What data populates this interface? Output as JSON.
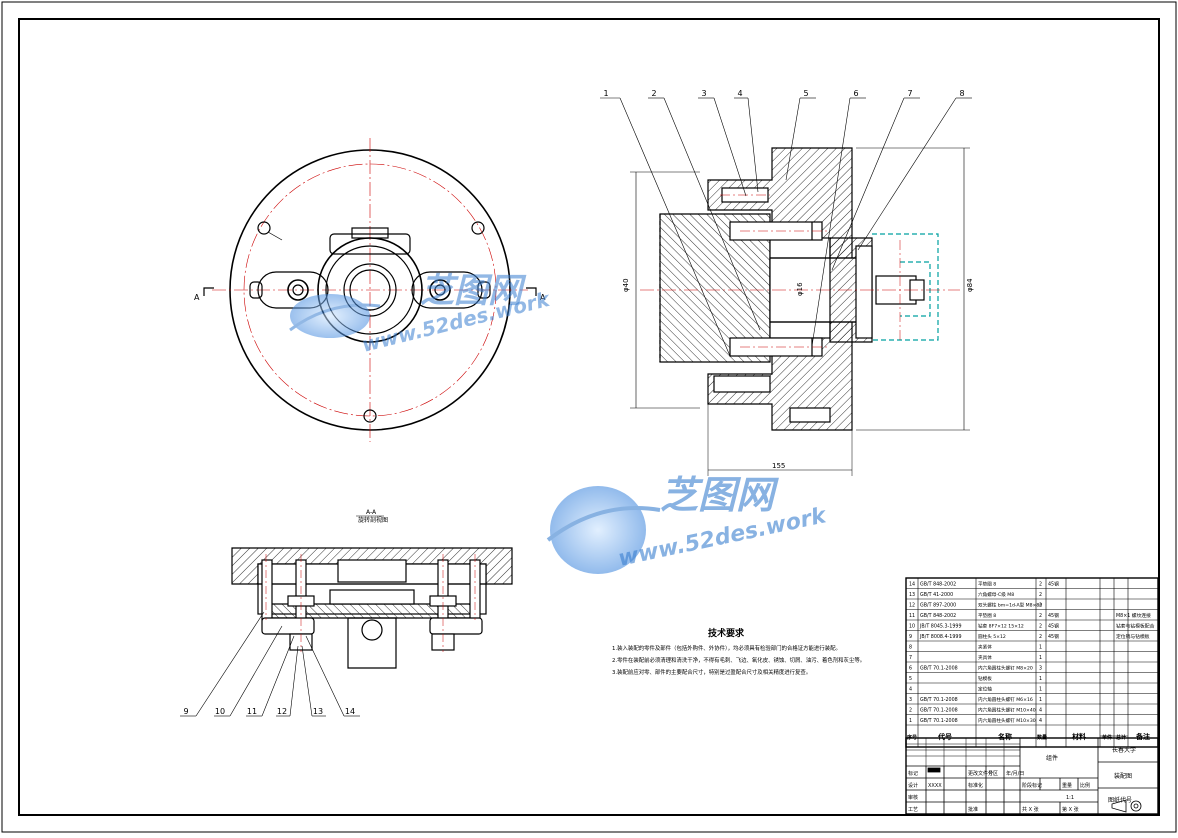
{
  "balloons_right": [
    "1",
    "2",
    "3",
    "4",
    "5",
    "6",
    "7",
    "8"
  ],
  "balloons_bottom": [
    "9",
    "10",
    "11",
    "12",
    "13",
    "14"
  ],
  "section_label": "A-A",
  "section_sub": "旋转剖视图",
  "dim_left": "φ40",
  "dim_right": "φ84",
  "dim_bottom": "155",
  "dim_center": "φ16",
  "tech_title": "技术要求",
  "tech_lines": [
    "1.装入装配的零件及部件（包括外购件、外协件），均必须具有检验部门的合格证方能进行装配。",
    "2.零件在装配前必须清理和清洗干净，不得有毛刺、飞边、氧化皮、锈蚀、切屑、油污、着色剂和灰尘等。",
    "3.装配前应对零、部件的主要配合尺寸，特别是过盈配合尺寸及相关精度进行复查。"
  ],
  "bom_rows": [
    {
      "code": "GB/T 848-2002",
      "name": "平垫圈 8",
      "qty": "2",
      "mat": "45钢",
      "note": ""
    },
    {
      "code": "GB/T 41-2000",
      "name": "六角螺母-C级 M8",
      "qty": "2",
      "mat": "",
      "note": ""
    },
    {
      "code": "GB/T 897-2000",
      "name": "双头螺柱 bm=1d-A型 M8×80",
      "qty": "2",
      "mat": "",
      "note": ""
    },
    {
      "code": "GB/T 848-2002",
      "name": "平垫圈 8",
      "qty": "2",
      "mat": "45钢",
      "note": "M8×1 螺纹连接"
    },
    {
      "code": "JB/T 8045.3-1999",
      "name": "钻套 8F7×12 15×12",
      "qty": "2",
      "mat": "45钢",
      "note": "钻套与钻模板配合"
    },
    {
      "code": "JB/T 8008.4-1999",
      "name": "圆柱头 5×12",
      "qty": "2",
      "mat": "45钢",
      "note": "定位销与钻模板"
    },
    {
      "code": "",
      "name": "夹紧体",
      "qty": "1",
      "mat": "",
      "note": ""
    },
    {
      "code": "",
      "name": "夹具体",
      "qty": "1",
      "mat": "",
      "note": ""
    },
    {
      "code": "GB/T 70.1-2008",
      "name": "内六角圆柱头螺钉 M8×20",
      "qty": "3",
      "mat": "",
      "note": ""
    },
    {
      "code": "",
      "name": "钻模板",
      "qty": "1",
      "mat": "",
      "note": ""
    },
    {
      "code": "",
      "name": "定位轴",
      "qty": "1",
      "mat": "",
      "note": ""
    },
    {
      "code": "GB/T 70.1-2008",
      "name": "内六角圆柱头螺钉 M6×16",
      "qty": "1",
      "mat": "",
      "note": ""
    },
    {
      "code": "GB/T 70.1-2008",
      "name": "内六角圆柱头螺钉 M10×40",
      "qty": "4",
      "mat": "",
      "note": ""
    },
    {
      "code": "GB/T 70.1-2008",
      "name": "内六角圆柱头螺钉 M10×30",
      "qty": "4",
      "mat": "",
      "note": ""
    }
  ],
  "bom_header": {
    "seq": "序号",
    "code": "代号",
    "name": "名称",
    "qty": "数量",
    "mat": "材料",
    "weight": "单件",
    "weight2": "总计",
    "note": "备注"
  },
  "title_block": {
    "assembly": "组件",
    "school": "长春大学",
    "drawing_name": "装配图",
    "drawing_no": "图纸代号",
    "mark": "标记",
    "count": "处数",
    "zone": "分区",
    "doc": "更改文件号",
    "sign": "签名",
    "date": "年/月/日",
    "design": "设计",
    "std": "标准化",
    "review": "审核",
    "process": "工艺",
    "approve": "批准",
    "stage": "阶段标记",
    "weight": "重量",
    "scale": "比例",
    "scale_val": "1:1",
    "sheet": "共 X 张",
    "sheet2": "第 X 张",
    "xxx": "XXXX"
  },
  "watermark": {
    "cn": "芝图网",
    "url": "www.52des.work"
  },
  "colors": {
    "line": "#000000",
    "center": "#cc0000",
    "hidden": "#00a0a0",
    "watermark": "#3a7fd0"
  }
}
